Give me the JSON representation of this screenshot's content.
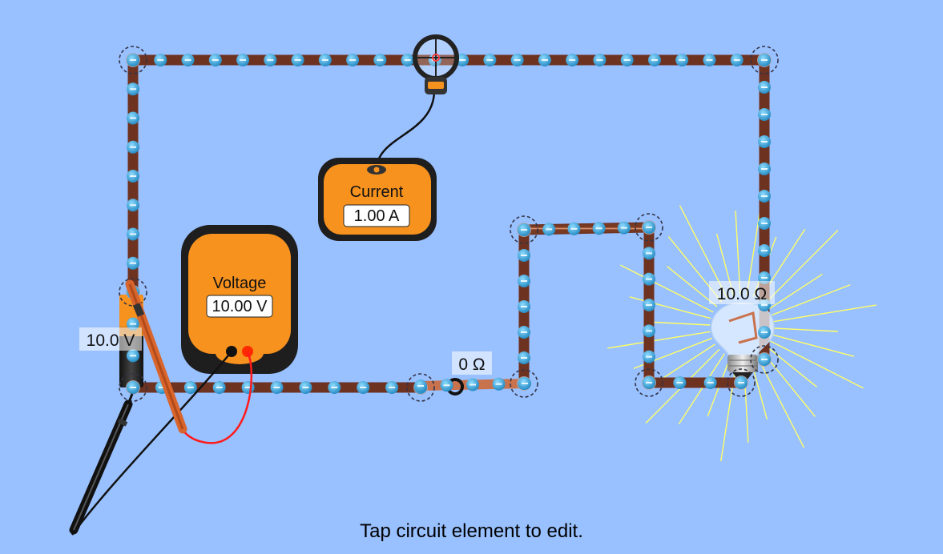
{
  "battery": {
    "voltage_label": "10.0 V"
  },
  "switch": {
    "resistance_label": "0 Ω"
  },
  "bulb": {
    "resistance_label": "10.0 Ω"
  },
  "ammeter": {
    "title": "Current",
    "reading": "1.00 A"
  },
  "voltmeter": {
    "title": "Voltage",
    "reading": "10.00 V"
  },
  "hint": "Tap circuit element to edit.",
  "colors": {
    "background": "#99c0ff",
    "wire": "#c8724e",
    "electron": "#2f9bd0",
    "meter_body": "#f7921e",
    "meter_case": "#1e1e1e",
    "bulb_rays": "#ffff66"
  }
}
